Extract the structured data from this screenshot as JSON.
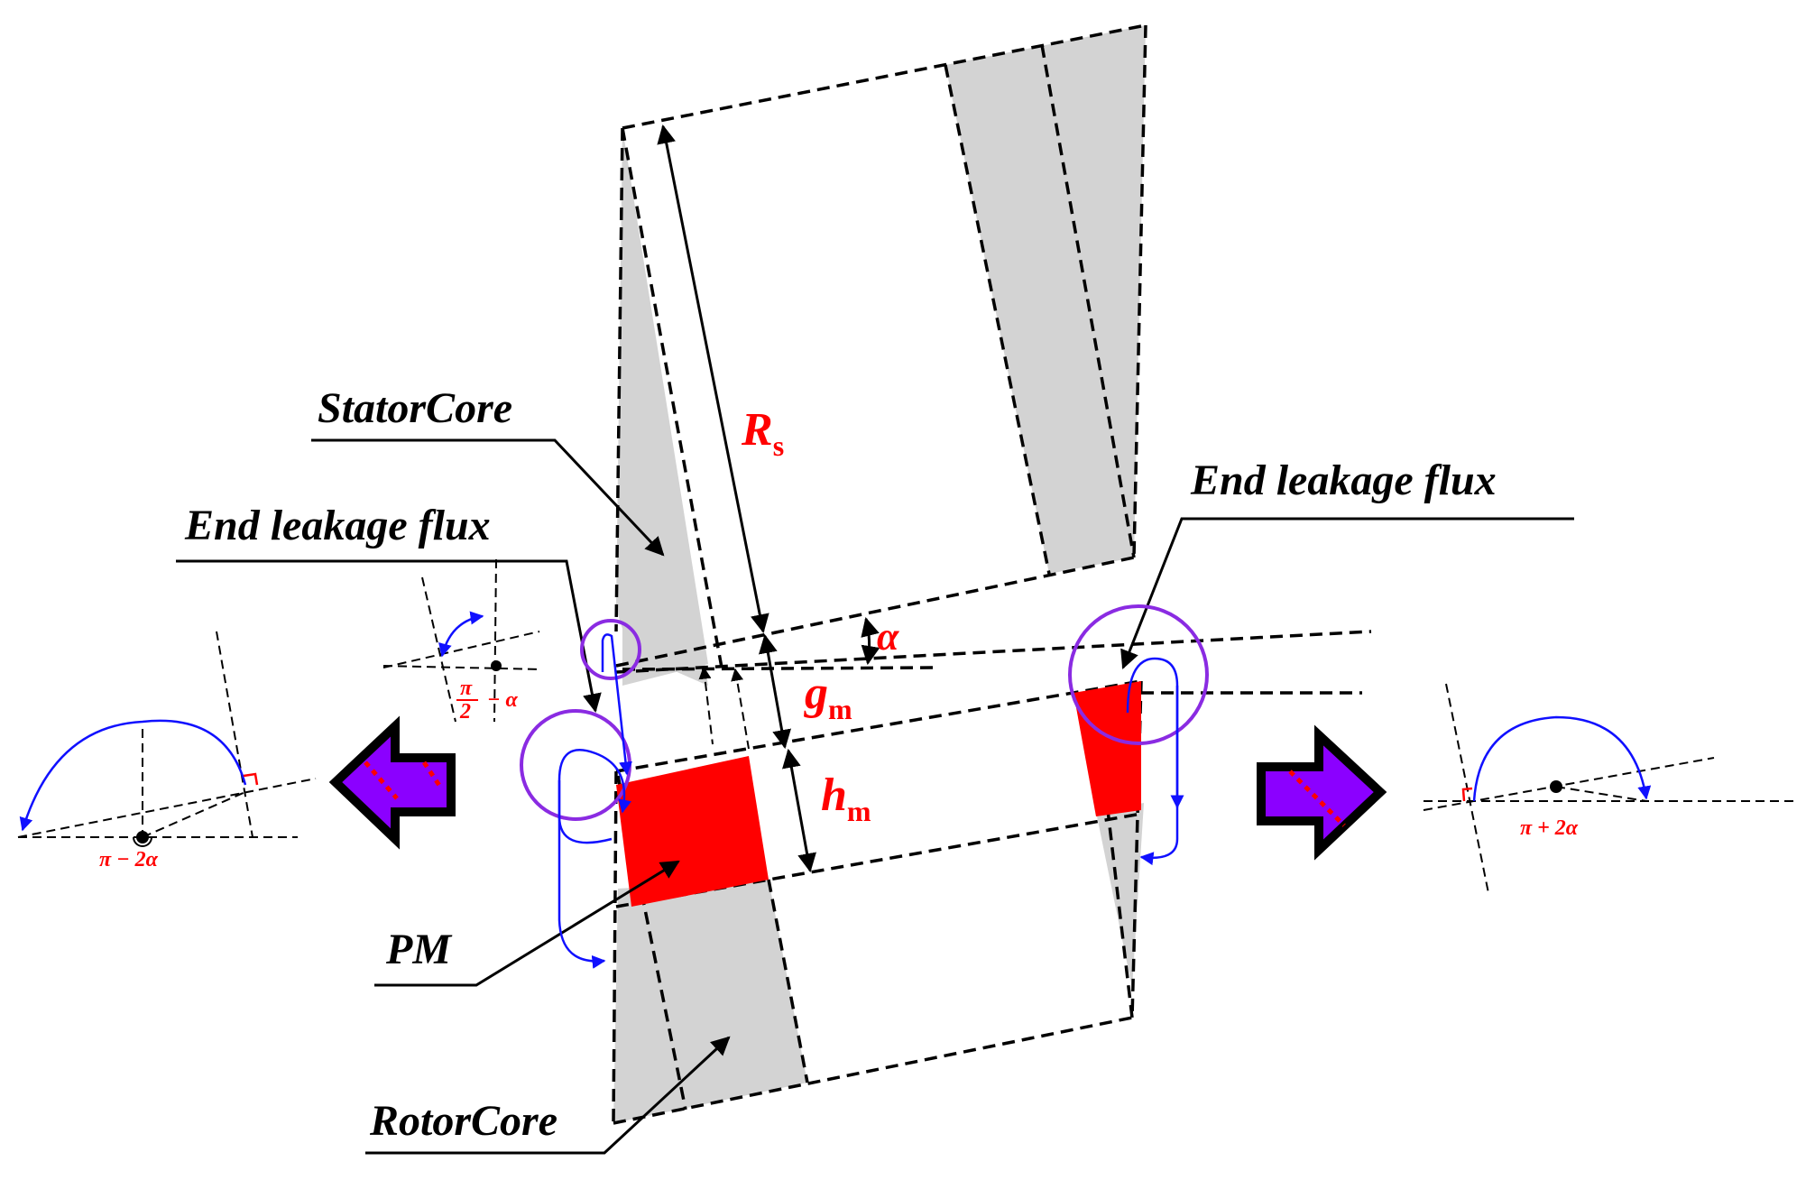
{
  "labels": {
    "stator_core": "StatorCore",
    "rotor_core": "RotorCore",
    "pm": "PM",
    "end_leakage_left": "End leakage flux",
    "end_leakage_right": "End leakage flux"
  },
  "symbols": {
    "rs_main": "R",
    "rs_sub": "s",
    "alpha": "α",
    "gm_main": "g",
    "gm_sub": "m",
    "hm_main": "h",
    "hm_sub": "m"
  },
  "angles": {
    "left_small_num": "π",
    "left_small_den": "2",
    "left_small_tail": "− α",
    "left_big": "π − 2α",
    "right_big": "π + 2α"
  },
  "colors": {
    "core_gray": "#d3d3d3",
    "magnet_red": "#ff0000",
    "flux_blue": "#1010ff",
    "circle_purple": "#8a2be2",
    "arrow_purple": "#8b00ff"
  }
}
